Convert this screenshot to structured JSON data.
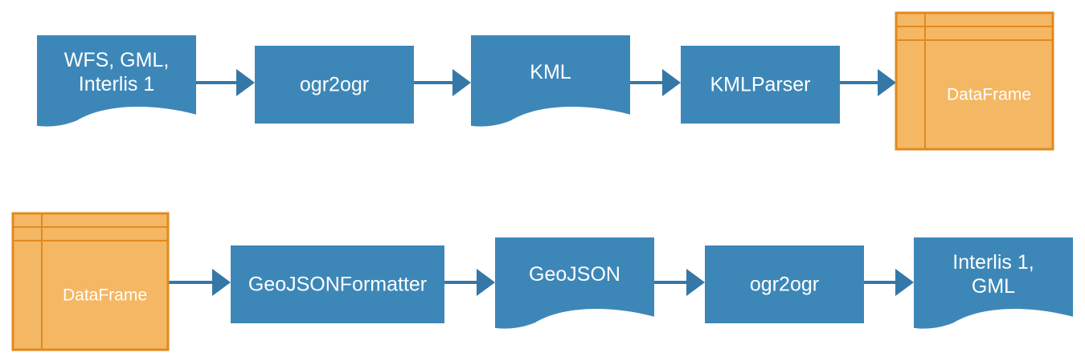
{
  "colors": {
    "process_fill": "#3d87b8",
    "frame_fill": "#f4b764",
    "frame_stroke": "#e08a1e",
    "connector": "#3578a8",
    "label": "#ffffff"
  },
  "rows": [
    {
      "nodes": [
        {
          "shape": "document",
          "lines": [
            "WFS, GML,",
            "Interlis 1"
          ]
        },
        {
          "shape": "process",
          "lines": [
            "ogr2ogr"
          ]
        },
        {
          "shape": "document",
          "lines": [
            "KML"
          ]
        },
        {
          "shape": "process",
          "lines": [
            "KMLParser"
          ]
        },
        {
          "shape": "dataframe",
          "lines": [
            "DataFrame"
          ]
        }
      ]
    },
    {
      "nodes": [
        {
          "shape": "dataframe",
          "lines": [
            "DataFrame"
          ]
        },
        {
          "shape": "process",
          "lines": [
            "GeoJSONFormatter"
          ]
        },
        {
          "shape": "document",
          "lines": [
            "GeoJSON"
          ]
        },
        {
          "shape": "process",
          "lines": [
            "ogr2ogr"
          ]
        },
        {
          "shape": "document",
          "lines": [
            "Interlis 1,",
            "GML"
          ]
        }
      ]
    }
  ]
}
